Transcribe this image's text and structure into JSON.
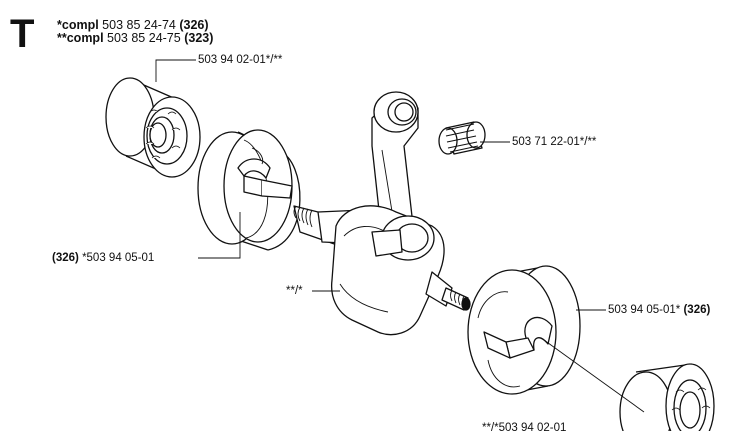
{
  "section": {
    "letter": "T",
    "kits": [
      {
        "stars": "*",
        "prefix": "compl",
        "number": "503 85 24-74",
        "model": "(326)"
      },
      {
        "stars": "**",
        "prefix": "compl",
        "number": "503 85 24-75",
        "model": "(323)"
      }
    ]
  },
  "callouts": {
    "top_bearing": "503 94 02-01*/**",
    "needle_bearing": "503 71 22-01*/**",
    "left_half": {
      "model": "(326)",
      "number": "*503 94 05-01"
    },
    "crankshaft": "**/*",
    "right_half": {
      "number": "503 94 05-01*",
      "model": "(326)"
    },
    "bottom_bearing": "**/*503 94 02-01"
  },
  "colors": {
    "line": "#111111",
    "fill": "#ffffff"
  }
}
